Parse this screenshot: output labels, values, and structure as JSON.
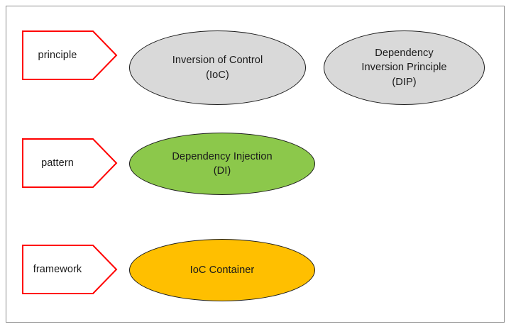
{
  "diagram": {
    "title": "IoC / DI / IoC Container layered concept diagram",
    "frame_color": "#8c8c8c",
    "background": "#ffffff",
    "tag_outline_color": "#FF0000",
    "node_outline_color": "#1d1d1d",
    "rows": [
      {
        "id": "principle",
        "tag_label": "principle",
        "nodes": [
          {
            "id": "ioc",
            "lines": [
              "Inversion of Control",
              "(IoC)"
            ],
            "fill": "#D9D9D9"
          },
          {
            "id": "dip",
            "lines": [
              "Dependency",
              "Inversion Principle",
              "(DIP)"
            ],
            "fill": "#D9D9D9"
          }
        ]
      },
      {
        "id": "pattern",
        "tag_label": "pattern",
        "nodes": [
          {
            "id": "di",
            "lines": [
              "Dependency Injection",
              "(DI)"
            ],
            "fill": "#8CC84B"
          }
        ]
      },
      {
        "id": "framework",
        "tag_label": "framework",
        "nodes": [
          {
            "id": "ioc-container",
            "lines": [
              "IoC Container"
            ],
            "fill": "#FFBF00"
          }
        ]
      }
    ]
  }
}
